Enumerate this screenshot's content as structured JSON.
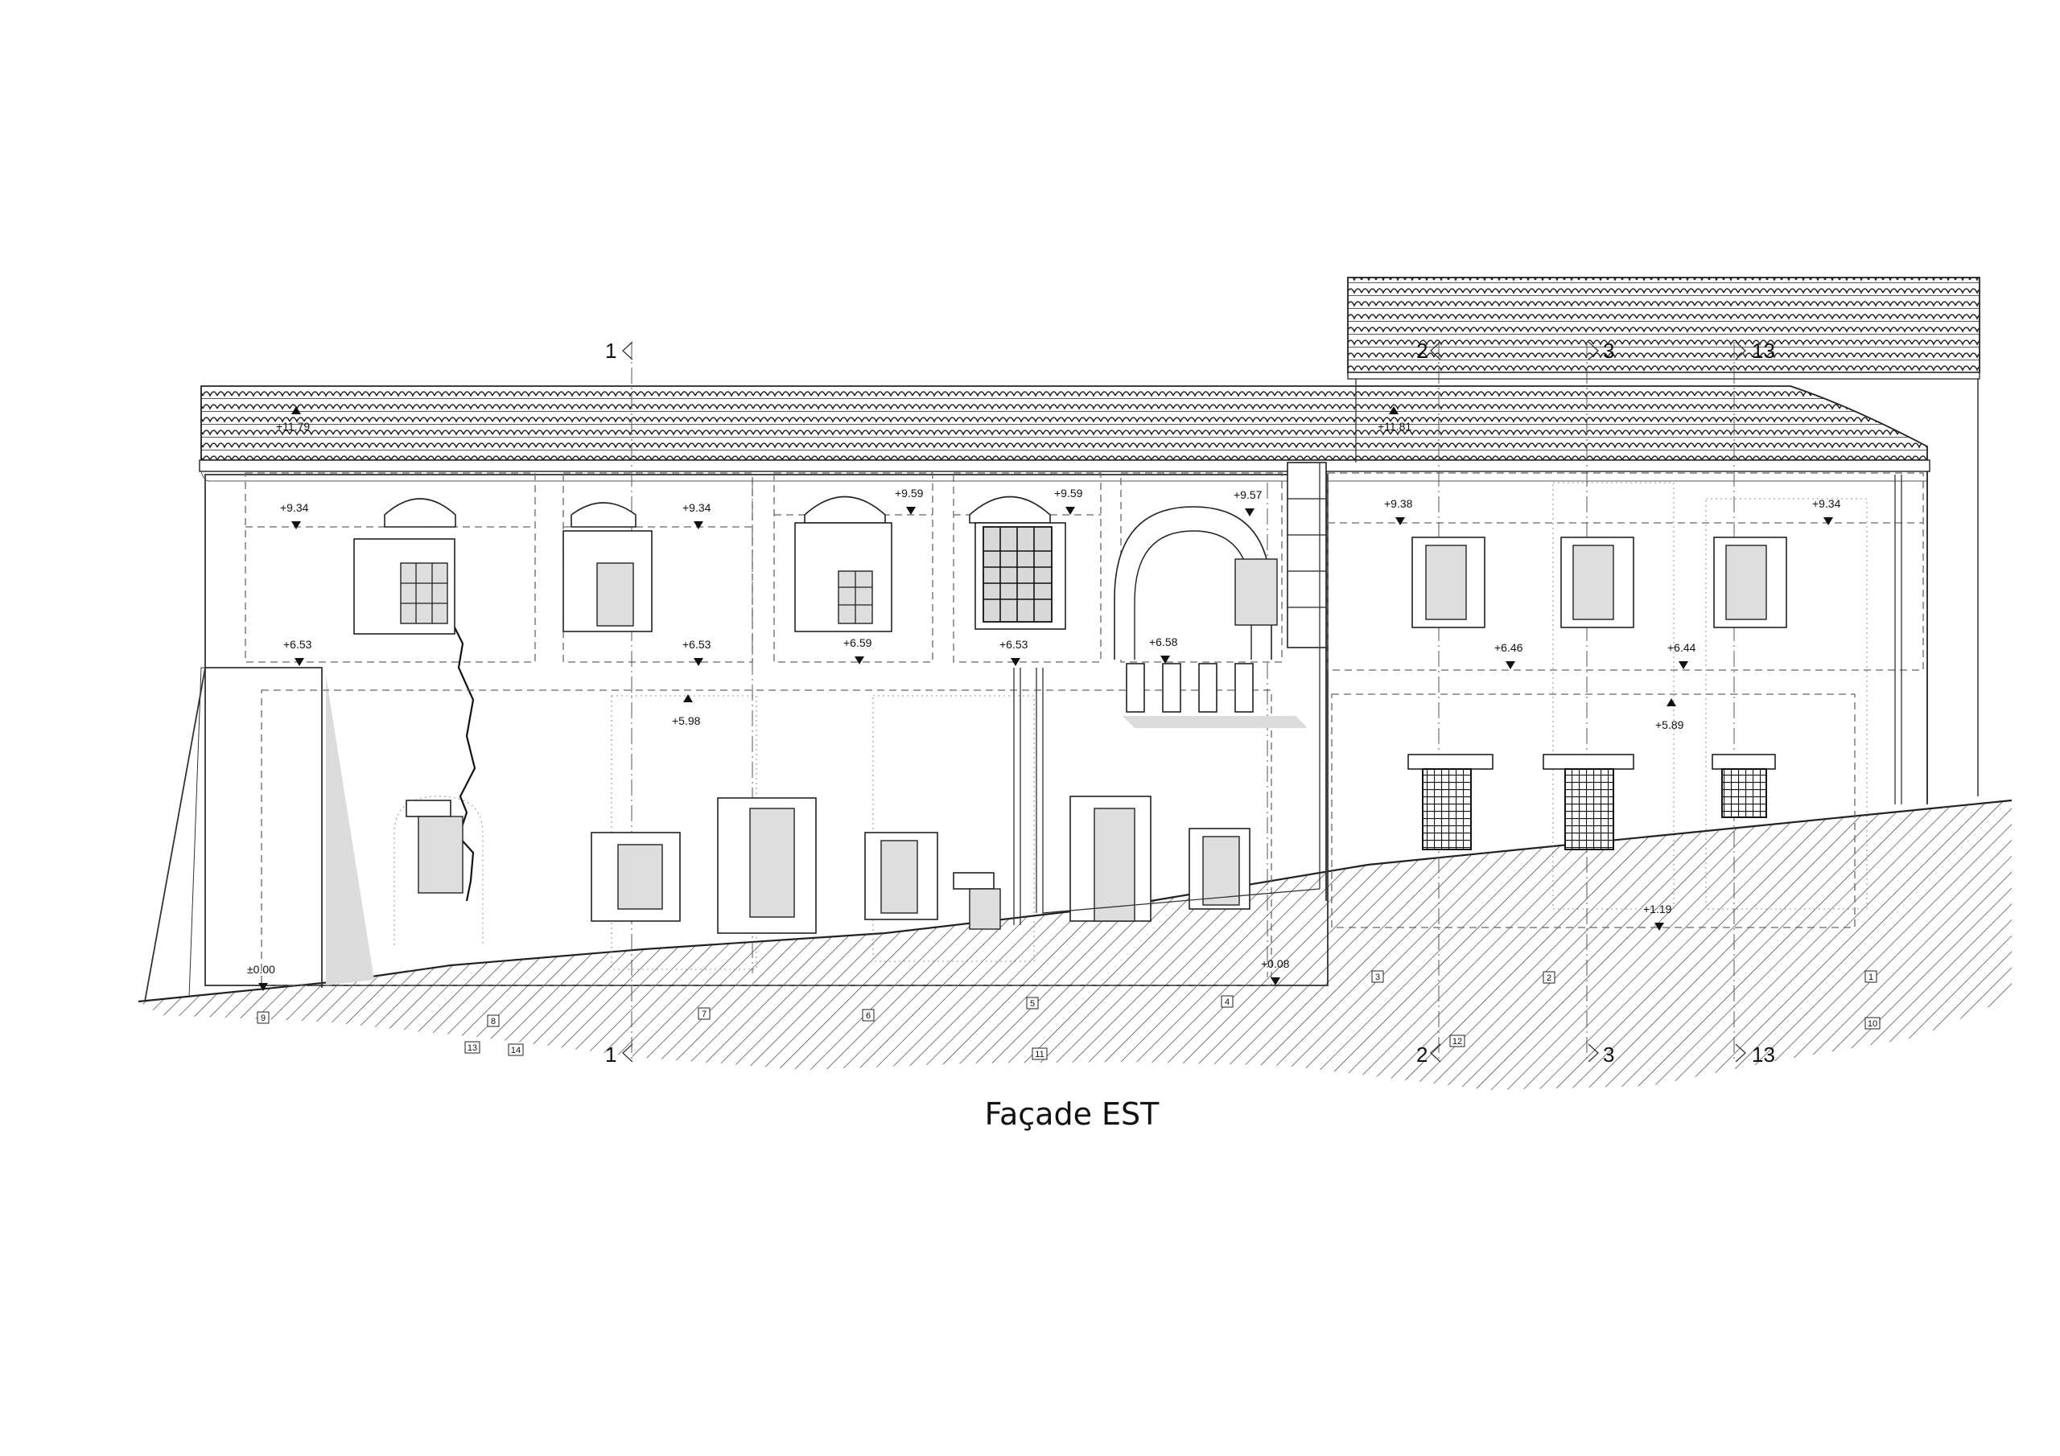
{
  "drawing": {
    "title": "Façade EST",
    "elevations": [
      {
        "label": "+11.79",
        "marker": "up"
      },
      {
        "label": "+11.81",
        "marker": "up"
      },
      {
        "label": "+9.34",
        "marker": "down"
      },
      {
        "label": "+9.34",
        "marker": "down"
      },
      {
        "label": "+9.59",
        "marker": "down"
      },
      {
        "label": "+9.59",
        "marker": "down"
      },
      {
        "label": "+9.57",
        "marker": "down"
      },
      {
        "label": "+9.38",
        "marker": "down"
      },
      {
        "label": "+9.34",
        "marker": "down"
      },
      {
        "label": "+6.53",
        "marker": "down"
      },
      {
        "label": "+6.53",
        "marker": "down"
      },
      {
        "label": "+6.59",
        "marker": "down"
      },
      {
        "label": "+6.53",
        "marker": "down"
      },
      {
        "label": "+6.58",
        "marker": "down"
      },
      {
        "label": "+6.46",
        "marker": "down"
      },
      {
        "label": "+6.44",
        "marker": "down"
      },
      {
        "label": "+5.98",
        "marker": "up"
      },
      {
        "label": "+5.89",
        "marker": "up"
      },
      {
        "label": "+1.19",
        "marker": "down"
      },
      {
        "label": "±0.00",
        "marker": "down"
      },
      {
        "label": "+0.08",
        "marker": "down"
      }
    ],
    "section_marks": [
      {
        "label": "1",
        "position": "top"
      },
      {
        "label": "2",
        "position": "top"
      },
      {
        "label": "3",
        "position": "top"
      },
      {
        "label": "13",
        "position": "top"
      },
      {
        "label": "1",
        "position": "bottom"
      },
      {
        "label": "2",
        "position": "bottom"
      },
      {
        "label": "3",
        "position": "bottom"
      },
      {
        "label": "13",
        "position": "bottom"
      }
    ],
    "point_numbers": [
      "9",
      "8",
      "13",
      "14",
      "7",
      "6",
      "5",
      "4",
      "11",
      "3",
      "12",
      "2",
      "1",
      "10"
    ]
  }
}
